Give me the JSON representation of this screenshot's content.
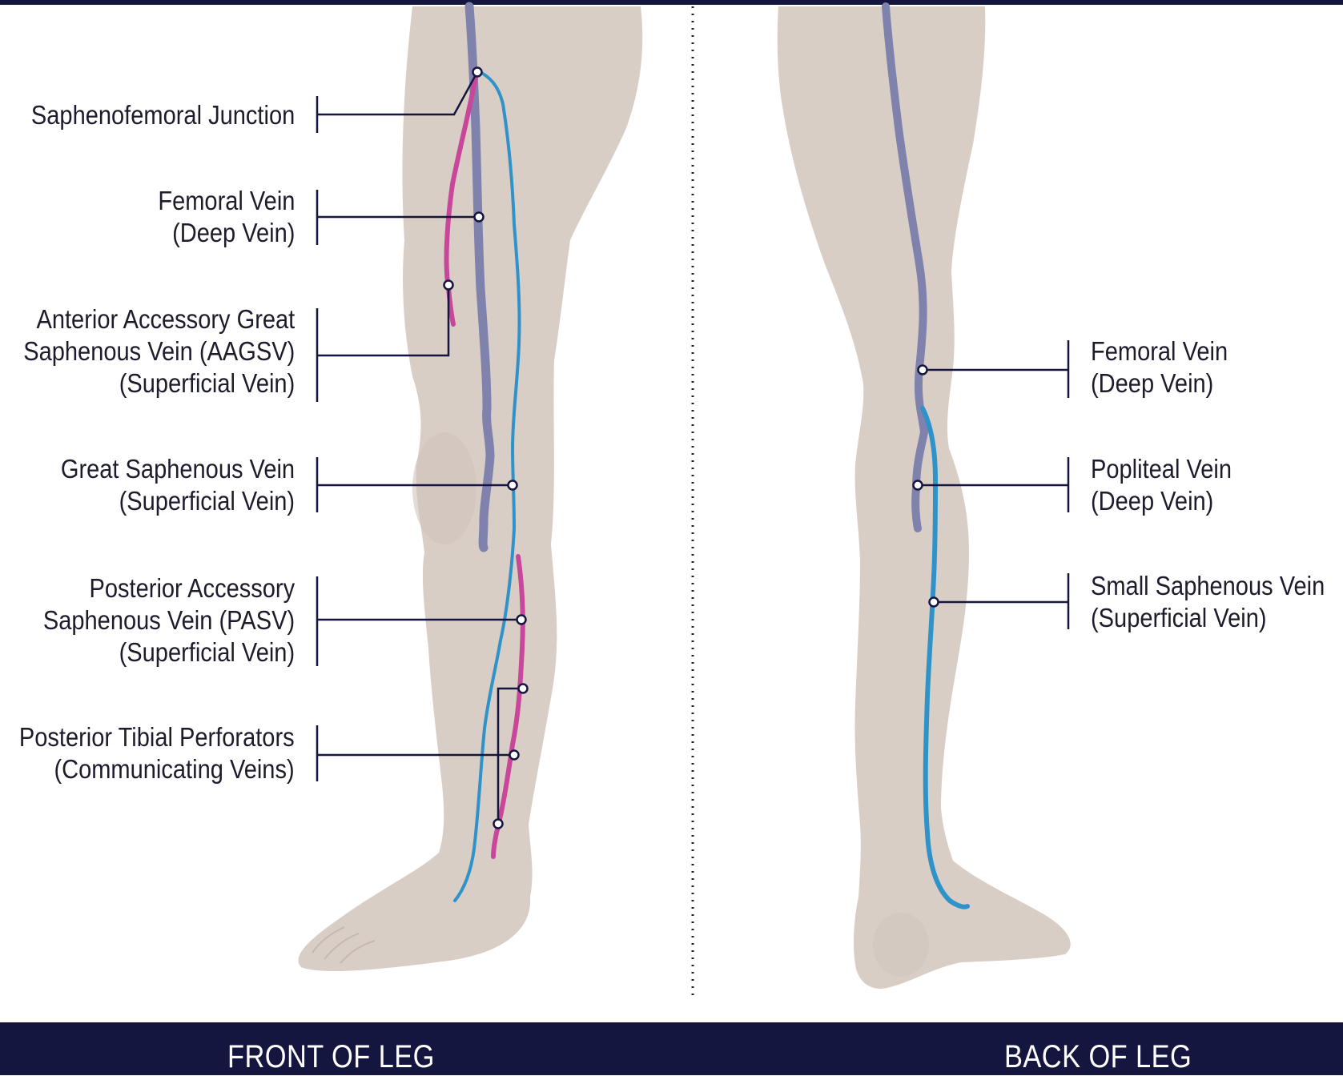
{
  "sections": {
    "front_title": "FRONT OF LEG",
    "back_title": "BACK OF LEG"
  },
  "front_labels": [
    {
      "lines": [
        "Saphenofemoral Junction"
      ]
    },
    {
      "lines": [
        "Femoral Vein",
        "(Deep Vein)"
      ]
    },
    {
      "lines": [
        "Anterior Accessory Great",
        "Saphenous Vein (AAGSV)",
        "(Superficial Vein)"
      ]
    },
    {
      "lines": [
        "Great Saphenous Vein",
        "(Superficial Vein)"
      ]
    },
    {
      "lines": [
        "Posterior Accessory",
        "Saphenous Vein (PASV)",
        "(Superficial Vein)"
      ]
    },
    {
      "lines": [
        "Posterior Tibial Perforators",
        "(Communicating Veins)"
      ]
    }
  ],
  "back_labels": [
    {
      "lines": [
        "Femoral Vein",
        "(Deep Vein)"
      ]
    },
    {
      "lines": [
        "Popliteal Vein",
        "(Deep Vein)"
      ]
    },
    {
      "lines": [
        "Small Saphenous Vein",
        "(Superficial Vein)"
      ]
    }
  ],
  "colors": {
    "header_bar": "#141640",
    "skin": "#d9cec6",
    "deep_vein": "#7e82ad",
    "superficial_vein": "#2f93c9",
    "accessory_vein": "#c8479a",
    "leader_line": "#141640"
  }
}
